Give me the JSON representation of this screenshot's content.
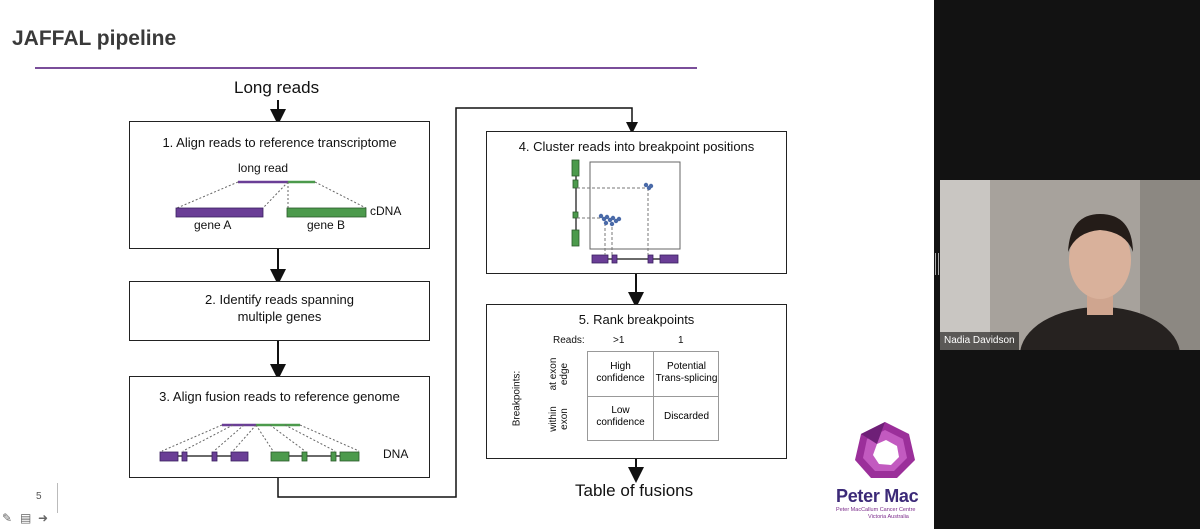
{
  "slide": {
    "title": "JAFFAL pipeline",
    "page_number": "5",
    "input_label": "Long reads",
    "output_label": "Table of fusions"
  },
  "step1": {
    "title": "1. Align reads to reference transcriptome",
    "long_read_label": "long read",
    "gene_a_label": "gene A",
    "gene_b_label": "gene B",
    "cdna_label": "cDNA"
  },
  "step2": {
    "title_line1": "2. Identify reads spanning",
    "title_line2": "multiple genes"
  },
  "step3": {
    "title": "3. Align fusion reads to reference genome",
    "dna_label": "DNA"
  },
  "step4": {
    "title": "4. Cluster reads into breakpoint positions"
  },
  "step5": {
    "title": "5. Rank breakpoints",
    "reads_label": "Reads:",
    "col_multi": ">1",
    "col_single": "1",
    "breakpoints_label": "Breakpoints:",
    "row_edge_line1": "at exon",
    "row_edge_line2": "edge",
    "row_within_line1": "within",
    "row_within_line2": "exon",
    "cell_high_line1": "High",
    "cell_high_line2": "confidence",
    "cell_trans_line1": "Potential",
    "cell_trans_line2": "Trans-splicing",
    "cell_low_line1": "Low",
    "cell_low_line2": "confidence",
    "cell_discarded": "Discarded"
  },
  "logo": {
    "name": "Peter Mac",
    "sub_line1": "Peter MacCallum Cancer Centre",
    "sub_line2": "Victoria Australia"
  },
  "webcam": {
    "participant_name": "Nadia Davidson"
  },
  "colors": {
    "gene_a": "#6a3e96",
    "gene_b": "#4c9a4c",
    "accent_rule": "#7a4e9a",
    "cluster_dots": "#4a6aa8"
  },
  "icons": {
    "pen": "pen-icon",
    "notes": "notes-icon",
    "next": "arrow-right-icon"
  }
}
